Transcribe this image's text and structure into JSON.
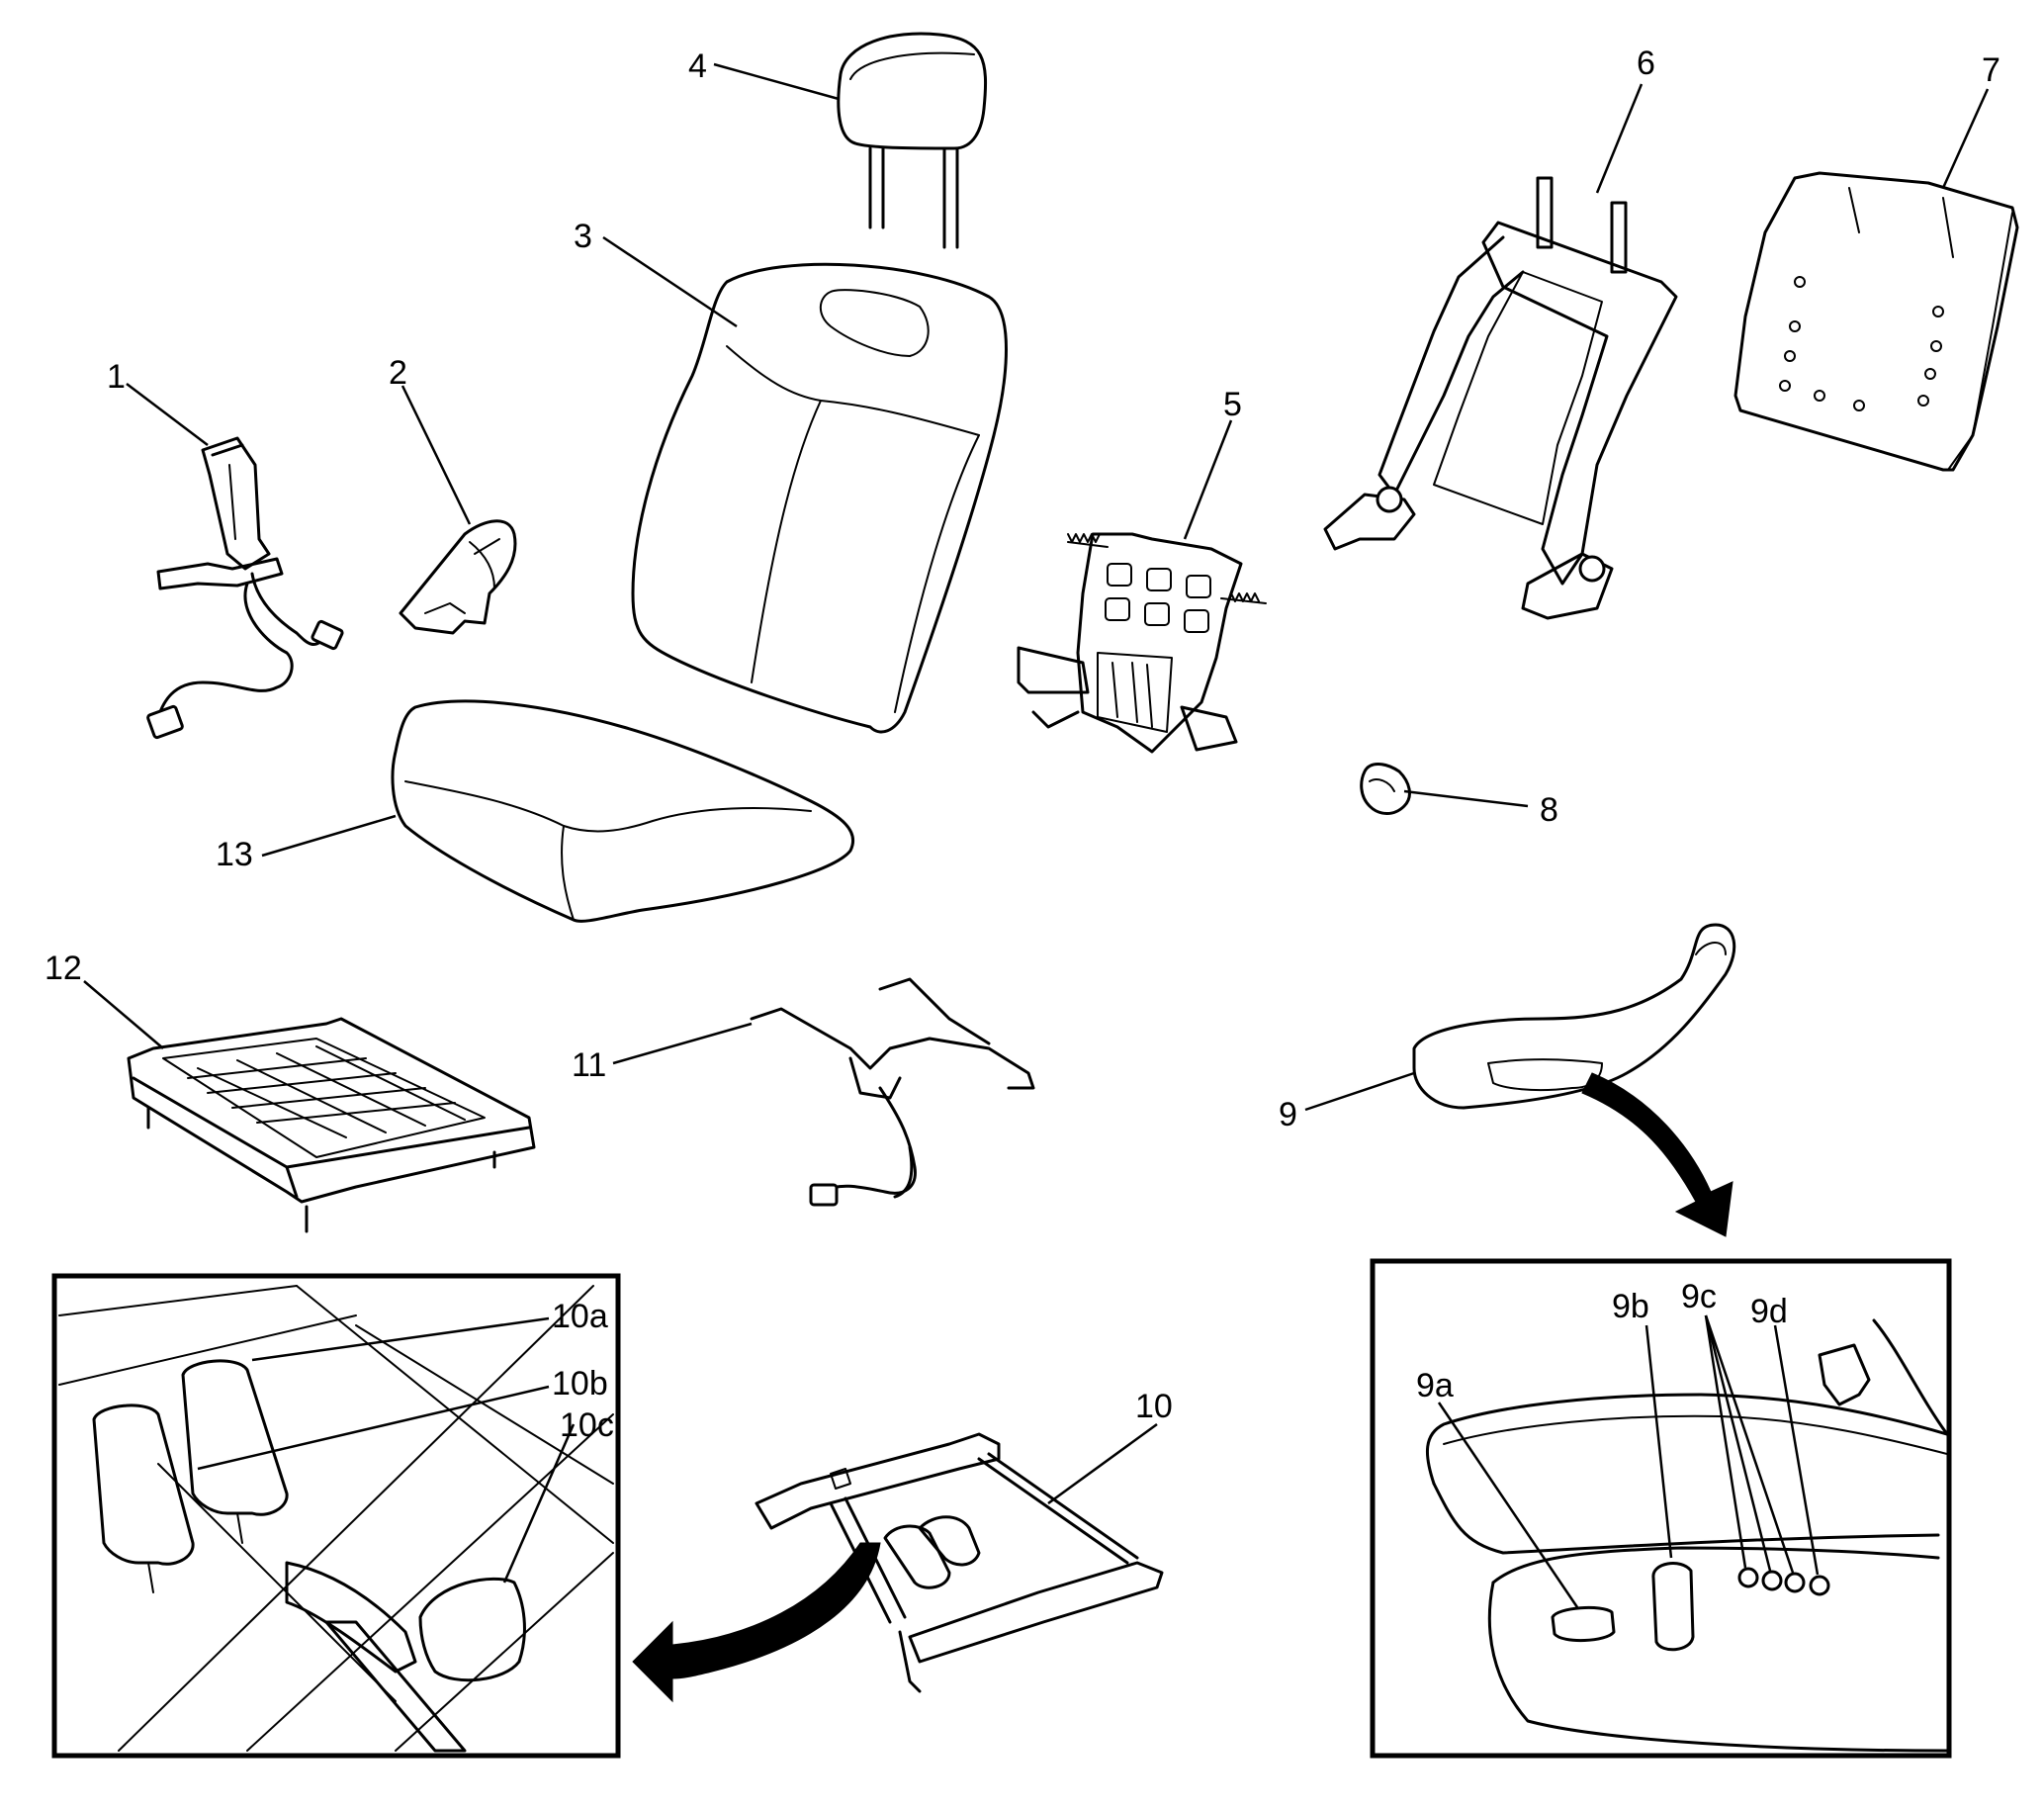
{
  "callouts": {
    "c1": "1",
    "c2": "2",
    "c3": "3",
    "c4": "4",
    "c5": "5",
    "c6": "6",
    "c7": "7",
    "c8": "8",
    "c9": "9",
    "c9a": "9a",
    "c9b": "9b",
    "c9c": "9c",
    "c9d": "9d",
    "c10": "10",
    "c10a": "10a",
    "c10b": "10b",
    "c10c": "10c",
    "c11": "11",
    "c12": "12",
    "c13": "13"
  },
  "icons": {
    "detail_arrow_left": "curved-arrow-down-left-icon",
    "detail_arrow_right": "curved-arrow-down-right-icon"
  },
  "colors": {
    "line": "#000000",
    "background": "#ffffff"
  }
}
